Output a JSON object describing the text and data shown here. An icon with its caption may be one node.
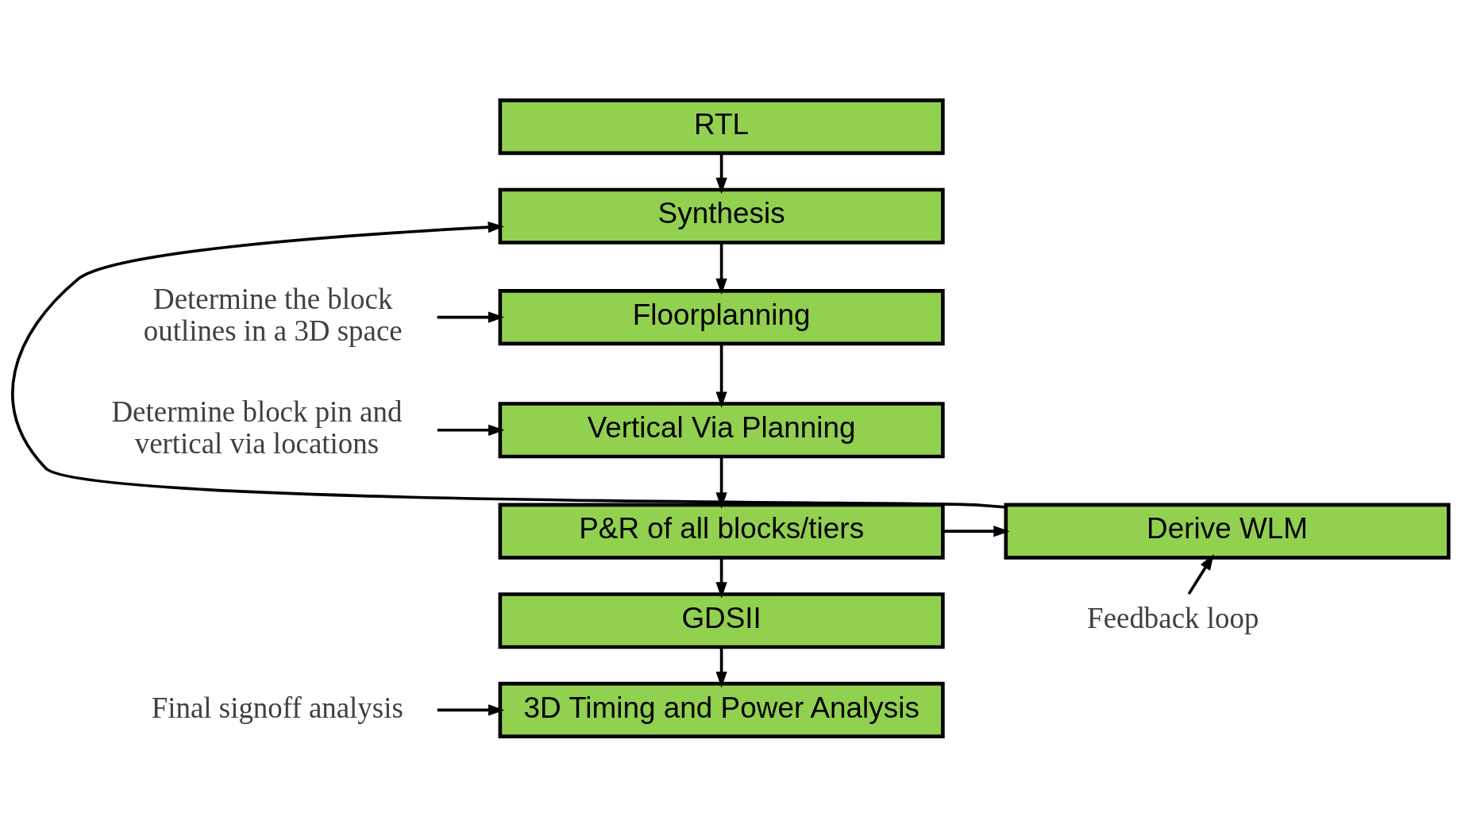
{
  "diagram": {
    "nodes": [
      {
        "text": [
          "RTL"
        ]
      },
      {
        "text": [
          "Synthesis"
        ]
      },
      {
        "text": [
          "Floorplanning"
        ]
      },
      {
        "text": [
          "Vertical Via Planning"
        ]
      },
      {
        "text": [
          "P&R of all blocks/tiers"
        ]
      },
      {
        "text": [
          "GDSII"
        ]
      },
      {
        "text": [
          "3D Timing and Power Analysis"
        ]
      },
      {
        "text": [
          "Derive WLM"
        ]
      },
      {
        "text": [
          "Determine the block outlines in a 3D space"
        ]
      },
      {
        "text": [
          "Determine block pin and vertical via locations"
        ]
      },
      {
        "text": [
          "Final signoff analysis"
        ]
      },
      {
        "text": [
          "Feedback loop"
        ]
      }
    ],
    "edges": [
      {
        "from": 0,
        "to": 1,
        "arrow": "to"
      },
      {
        "from": 1,
        "to": 2,
        "arrow": "to"
      },
      {
        "from": 2,
        "to": 3,
        "arrow": "to"
      },
      {
        "from": 3,
        "to": 4,
        "arrow": "to"
      },
      {
        "from": 4,
        "to": 5,
        "arrow": "to"
      },
      {
        "from": 5,
        "to": 6,
        "arrow": "to"
      },
      {
        "from": 4,
        "to": 7,
        "arrow": "to"
      },
      {
        "from": 7,
        "to": 1,
        "arrow": "to"
      },
      {
        "from": 8,
        "to": 2,
        "arrow": "to"
      },
      {
        "from": 9,
        "to": 3,
        "arrow": "to"
      },
      {
        "from": 10,
        "to": 6,
        "arrow": "to"
      },
      {
        "from": 11,
        "to": 7,
        "arrow": "to"
      }
    ]
  }
}
